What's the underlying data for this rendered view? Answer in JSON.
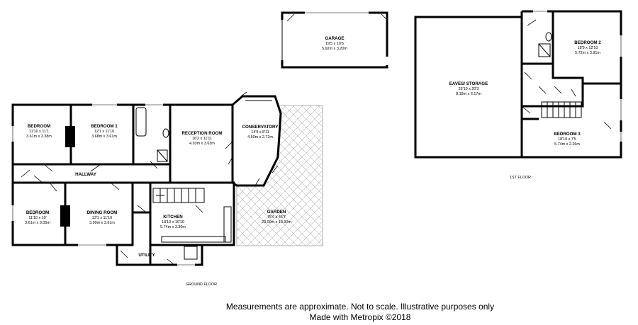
{
  "rooms": {
    "garage": {
      "name": "GARAGE",
      "imperial": "19'5 x 10'6",
      "metric": "5.92m x 3.20m"
    },
    "bedroom_left": {
      "name": "BEDROOM",
      "imperial": "11'10 x 11'1",
      "metric": "3.61m x 3.38m"
    },
    "bedroom_1": {
      "name": "BEDROOM 1",
      "imperial": "12'1 x 11'10",
      "metric": "3.68m x 3.61m"
    },
    "reception": {
      "name": "RECEPTION ROOM",
      "imperial": "16'2 x 11'11",
      "metric": "4.93m x 3.63m"
    },
    "conservatory": {
      "name": "CONSERVATORY",
      "imperial": "14'9 x 8'11",
      "metric": "4.50m x 2.72m"
    },
    "hallway": {
      "name": "HALLWAY"
    },
    "bedroom_lower": {
      "name": "BEDROOM",
      "imperial": "11'10 x 10'",
      "metric": "3.61m x 3.05m"
    },
    "dining": {
      "name": "DINING ROOM",
      "imperial": "13'1 x 11'10",
      "metric": "3.99m x 3.61m"
    },
    "kitchen": {
      "name": "KITCHEN",
      "imperial": "18'10 x 10'10",
      "metric": "5.74m x 3.30m"
    },
    "utility": {
      "name": "UTILITY"
    },
    "garden": {
      "name": "GARDEN",
      "imperial": "75'6 x 45'7",
      "metric": "23.00m x 13.90m"
    },
    "eaves": {
      "name": "EAVES/ STORAGE",
      "imperial": "26'10 x 20'3",
      "metric": "8.18m x 6.17m"
    },
    "bedroom_2": {
      "name": "BEDROOM 2",
      "imperial": "18'9 x 12'10",
      "metric": "5.72m x 3.91m"
    },
    "bedroom_3": {
      "name": "BEDROOM 3",
      "imperial": "18'10 x 7'5",
      "metric": "5.74m x 2.26m"
    }
  },
  "floors": {
    "ground": "GROUND FLOOR",
    "first": "1ST FLOOR"
  },
  "footer": {
    "line1": "Measurements are approximate.  Not to scale.  Illustrative purposes only",
    "line2": "Made with Metropix ©2018"
  }
}
